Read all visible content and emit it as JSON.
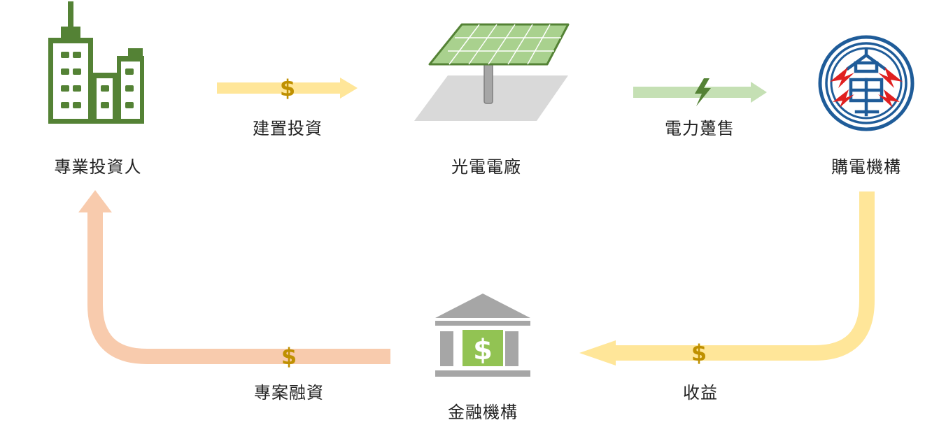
{
  "nodes": {
    "investor": {
      "label": "專業投資人"
    },
    "solar_plant": {
      "label": "光電電廠"
    },
    "buyer": {
      "label": "購電機構"
    },
    "bank": {
      "label": "金融機構"
    }
  },
  "flows": {
    "construction_investment": {
      "label": "建置投資",
      "symbol": "$"
    },
    "power_sale": {
      "label": "電力躉售"
    },
    "revenue": {
      "label": "收益",
      "symbol": "$"
    },
    "project_finance": {
      "label": "專案融資",
      "symbol": "$"
    }
  },
  "bank_icon": {
    "symbol": "$"
  },
  "colors": {
    "green_dark": "#548235",
    "green_panel": "#A9D18E",
    "green_arrow": "#C5E0B4",
    "yellow_arrow": "#FFE699",
    "salmon_arrow": "#F8CBAD",
    "gold_symbol": "#BF9000",
    "gray": "#A6A6A6",
    "gray_light": "#D9D9D9",
    "taipower_blue": "#1F5C99",
    "taipower_red": "#E02020"
  }
}
